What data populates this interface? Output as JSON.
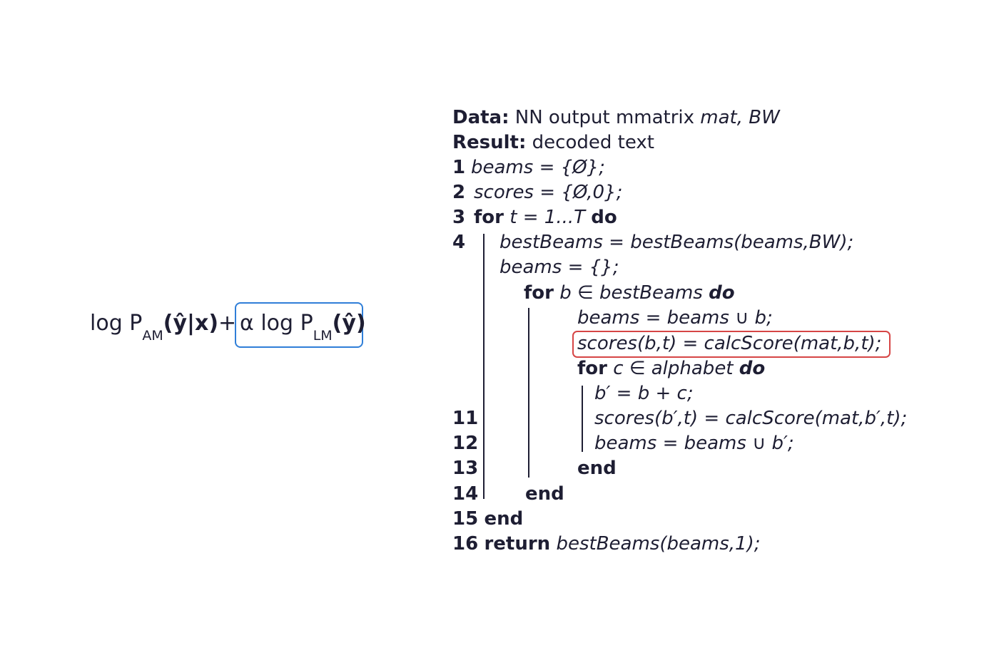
{
  "formula": {
    "am_log": "log P",
    "am_sub": "AM",
    "am_arg": "(ŷ|x)",
    "plus": "+",
    "lm_alpha": "α",
    "lm_log": "log P",
    "lm_sub": "LM",
    "lm_arg": "(ŷ)"
  },
  "algorithm": {
    "data_label": "Data:",
    "data_text": "NN output mmatrix",
    "data_vars": "mat, BW",
    "result_label": "Result:",
    "result_text": "decoded text",
    "lines": {
      "l1_num": "1",
      "l1_code": "beams = {Ø};",
      "l2_num": "2",
      "l2_code": "scores = {Ø,0};",
      "l3_num": "3",
      "l3_for": "for",
      "l3_var": "t = 1...T",
      "l3_do": "do",
      "l4_num": "4",
      "l4_code": "bestBeams = bestBeams(beams,BW);",
      "l5_code": "beams = {};",
      "l6_for": "for",
      "l6_var": "b ∈ bestBeams",
      "l6_do": "do",
      "l7_code": "beams = beams ∪ b;",
      "l8_code": "scores(b,t) = calcScore(mat,b,t);",
      "l9_for": "for",
      "l9_var": "c ∈ alphabet",
      "l9_do": "do",
      "l10_code": "b′ = b + c;",
      "l11_num": "11",
      "l11_code": "scores(b′,t) = calcScore(mat,b′,t);",
      "l12_num": "12",
      "l12_code": "beams = beams ∪ b′;",
      "l13_num": "13",
      "l13_end": "end",
      "l14_num": "14",
      "l14_end": "end",
      "l15_num": "15",
      "l15_end": "end",
      "l16_num": "16",
      "l16_return": "return",
      "l16_code": "bestBeams(beams,1);"
    }
  },
  "colors": {
    "text": "#1e1e33",
    "lm_highlight": "#2f7ed8",
    "score_highlight": "#d64545"
  }
}
